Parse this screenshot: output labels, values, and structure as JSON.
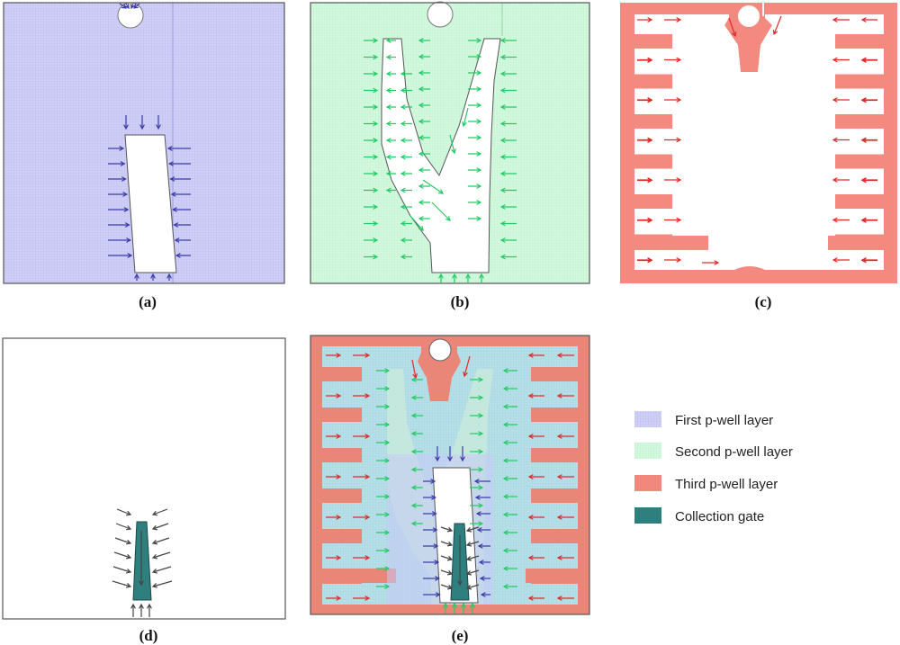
{
  "panels": {
    "a": {
      "caption": "(a)"
    },
    "b": {
      "caption": "(b)"
    },
    "c": {
      "caption": "(c)"
    },
    "d": {
      "caption": "(d)"
    },
    "e": {
      "caption": "(e)"
    }
  },
  "legend": {
    "items": [
      {
        "label": "First p-well layer",
        "color": "#c9c9f5"
      },
      {
        "label": "Second p-well layer",
        "color": "#cdf7dc"
      },
      {
        "label": "Third p-well layer",
        "color": "#f2877d"
      },
      {
        "label": "Collection gate",
        "color": "#2f7f7f"
      }
    ]
  },
  "colors": {
    "first_layer_fill": "#c9c9f5",
    "second_layer_fill": "#cdf7dc",
    "third_layer_fill": "#f2877d",
    "overlap_fill": "#b3dde6",
    "collection_gate": "#2f7f7f",
    "arrow_first": "#3c3ca8",
    "arrow_second": "#22cc66",
    "arrow_third": "#e02a2a",
    "arrow_gate": "#444444"
  }
}
